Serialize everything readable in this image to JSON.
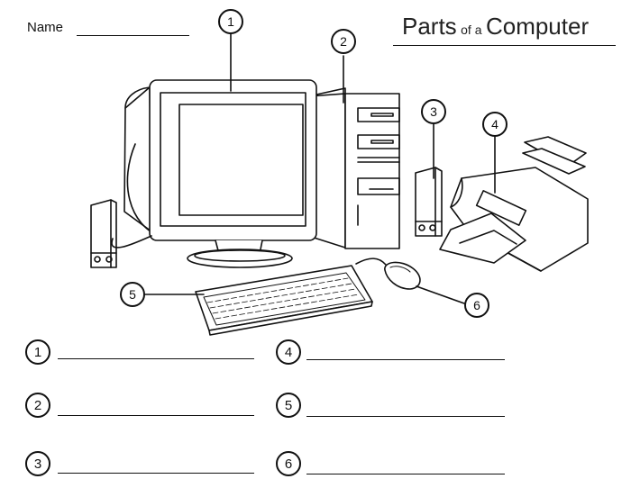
{
  "header": {
    "name_label": "Name",
    "title_big_1": "Parts",
    "title_small": "of a",
    "title_big_2": "Computer"
  },
  "callouts": [
    "1",
    "2",
    "3",
    "4",
    "5",
    "6"
  ],
  "answers": [
    "1",
    "2",
    "3",
    "4",
    "5",
    "6"
  ]
}
